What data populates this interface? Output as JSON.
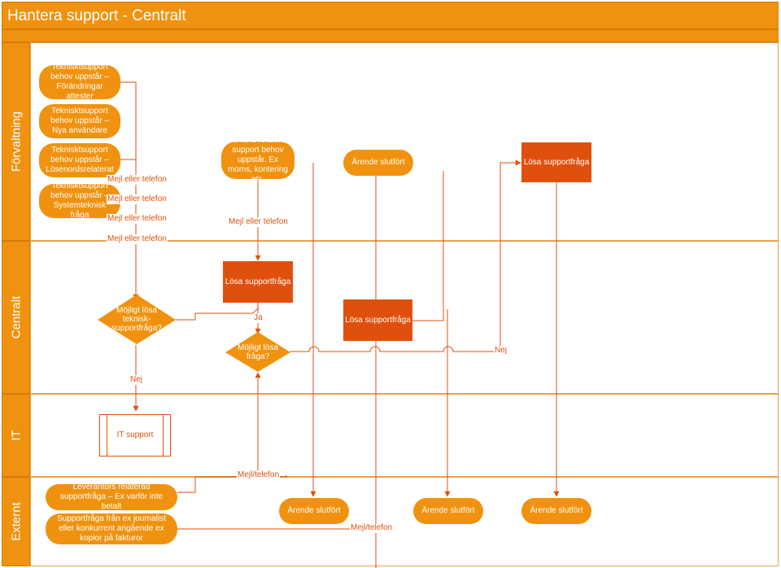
{
  "title": "Hantera support - Centralt",
  "lanes": [
    {
      "label": "Förvaltning"
    },
    {
      "label": "Centralt"
    },
    {
      "label": "IT"
    },
    {
      "label": "Externt"
    }
  ],
  "nodes": {
    "tech_change": "Teknisktsupport behov uppstår – Förändringar attester",
    "tech_newusers": "Teknisktsupport behov uppstår – Nya användare",
    "tech_password": "Teknisktsupport behov uppstår – Lösenordsrelaterat",
    "tech_system": "Teknisktsupport behov uppstår – Systemteknisk fråga",
    "invoice_support": "Faktura relaterat support behov uppstår. Ex moms, kontering etc.",
    "case_done_top": "Ärende slutfört",
    "solve_top": "Lösa supportfråga",
    "solve_central_left": "Lösa supportfråga",
    "solve_central_right": "Lösa supportfråga",
    "can_solve_tech": "Möjligt lösa teknisk-supportfråga?",
    "can_solve": "Möjligt lösa fråga?",
    "it_support": "IT support",
    "supplier_support": "Leverantörs relaterad supportfråga – Ex varför inte betalt",
    "journalist_support": "Supportfråga från ex journalist eller konkurrent angående ex kopior på fakturor",
    "case_done_ext1": "Ärende slutfört",
    "case_done_ext2": "Ärende slutfört",
    "case_done_ext3": "Ärende slutfört"
  },
  "labels": {
    "mail_phone_1": "Mejl eller telefon",
    "mail_phone_2": "Mejl eller telefon",
    "mail_phone_3": "Mejl eller telefon",
    "mail_phone_4": "Mejl eller telefon",
    "mail_phone_5": "Mejl eller telefon",
    "yes": "Ja",
    "no_left": "Nej",
    "no_right": "Nej",
    "mail_phone_ext_top": "Mejl/telefon",
    "mail_phone_ext_bottom": "Mejl/telefon"
  },
  "colors": {
    "lane_header": "#F0920F",
    "node_fill": "#F0920F",
    "node_dark": "#E0500D",
    "connector": "#E0500D"
  }
}
